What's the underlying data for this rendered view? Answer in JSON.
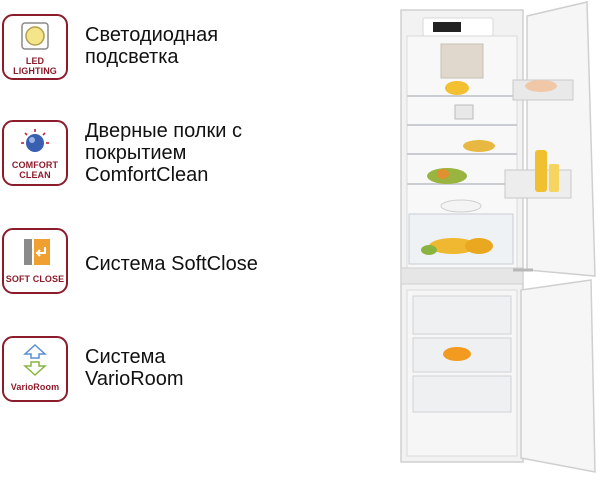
{
  "features": [
    {
      "icon": "led-lighting-icon",
      "badge_lines": [
        "LED",
        "LIGHTING"
      ],
      "text_lines": [
        "Светодиодная",
        "подсветка"
      ]
    },
    {
      "icon": "comfort-clean-icon",
      "badge_lines": [
        "COMFORT",
        "CLEAN"
      ],
      "text_lines": [
        "Дверные полки с",
        "покрытием",
        "ComfortClean"
      ]
    },
    {
      "icon": "soft-close-icon",
      "badge_lines": [
        "SOFT CLOSE"
      ],
      "text_lines": [
        "Система SoftClose"
      ]
    },
    {
      "icon": "vario-room-icon",
      "badge_lines": [
        "VarioRoom"
      ],
      "text_lines": [
        "Система",
        "VarioRoom"
      ]
    }
  ],
  "colors": {
    "badge_border": "#8c1c2b",
    "badge_text": "#8c1c2b",
    "accent_orange": "#f0a030",
    "accent_green": "#8ab440"
  },
  "product_image": "built-in-fridge-freezer-open-doors"
}
